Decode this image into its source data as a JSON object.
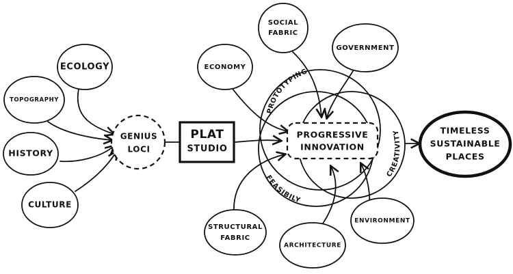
{
  "nodes": {
    "ecology": "ECOLOGY",
    "topography": "TOPOGRAPHY",
    "history": "HISTORY",
    "culture": "CULTURE",
    "genius_loci": [
      "GENIUS",
      "LOCI"
    ],
    "plat_studio": [
      "PLAT",
      "STUDIO"
    ],
    "economy": "ECONOMY",
    "social_fabric": [
      "SOCIAL",
      "FABRIC"
    ],
    "government": "GOVERNMENT",
    "progressive_innovation": [
      "PROGRESSIVE",
      "INNOVATION"
    ],
    "structural_fabric": [
      "STRUCTURAL",
      "FABRIC"
    ],
    "architecture": "ARCHITECTURE",
    "environment": "ENVIRONMENT",
    "timeless_places": [
      "TIMELESS",
      "SUSTAINABLE",
      "PLACES"
    ]
  },
  "arc_labels": {
    "prototyping": "PROTOTYPING",
    "feasibily": "FEASIBILY",
    "creativity": "CREATIVITY"
  }
}
